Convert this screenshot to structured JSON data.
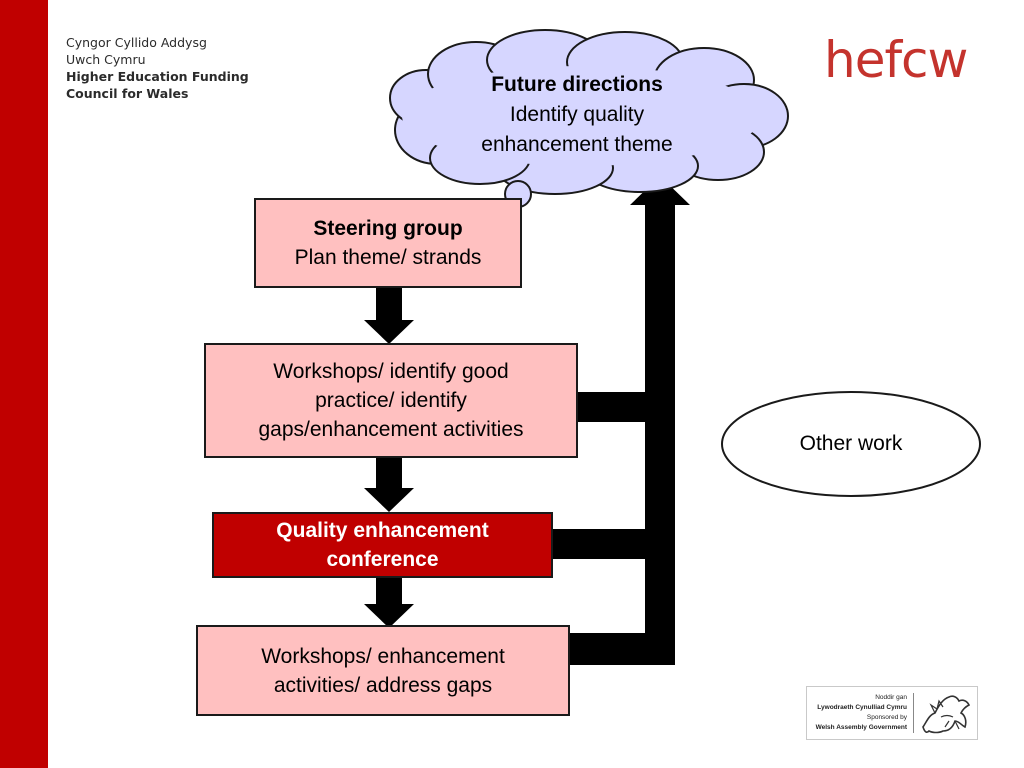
{
  "organisation": {
    "lines": [
      "Cyngor Cyllido Addysg",
      "Uwch Cymru",
      "Higher Education Funding",
      "Council for Wales"
    ]
  },
  "logo": {
    "text": "hefcw",
    "color": "#c4332d"
  },
  "cloud": {
    "title": "Future directions",
    "line1": "Identify quality",
    "line2": "enhancement theme",
    "fill": "#d6d6ff"
  },
  "steps": [
    {
      "title": "Steering group",
      "text": "Plan theme/ strands"
    },
    {
      "line1": "Workshops/ identify good",
      "line2": "practice/ identify",
      "line3": "gaps/enhancement activities"
    },
    {
      "line1": "Quality enhancement",
      "line2": "conference"
    },
    {
      "line1": "Workshops/ enhancement",
      "line2": "activities/ address gaps"
    }
  ],
  "other": {
    "text": "Other work"
  },
  "badge": {
    "line1": "Noddir gan",
    "line2": "Lywodraeth Cynulliad Cymru",
    "line3": "Sponsored by",
    "line4": "Welsh Assembly Government"
  },
  "colors": {
    "accent": "#c00000",
    "box_fill": "#ffc0c0",
    "arrow": "#000000"
  }
}
